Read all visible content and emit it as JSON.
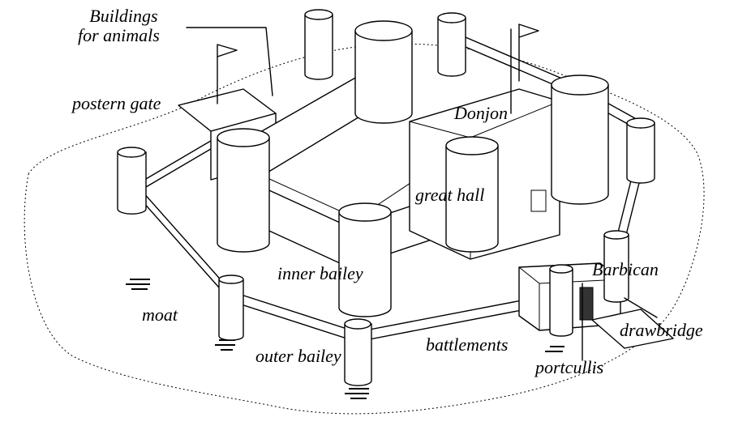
{
  "labels": {
    "buildings_line1": "Buildings",
    "buildings_line2": "for animals",
    "postern_gate": "postern gate",
    "donjon": "Donjon",
    "great_hall": "great hall",
    "inner_bailey": "inner bailey",
    "barbican": "Barbican",
    "moat": "moat",
    "drawbridge": "drawbridge",
    "outer_bailey": "outer bailey",
    "battlements": "battlements",
    "portcullis": "portcullis"
  }
}
